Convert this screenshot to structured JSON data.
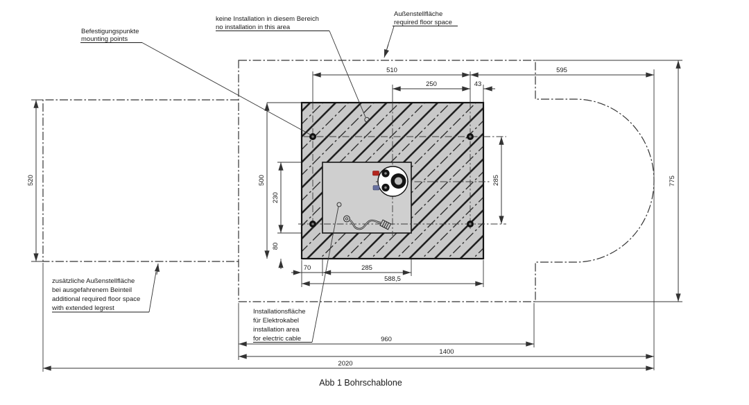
{
  "figure": {
    "caption": "Abb 1 Bohrschablone"
  },
  "annotations": {
    "mounting_points": {
      "line1": "Befestigungspunkte",
      "line2": "mounting points"
    },
    "no_installation": {
      "line1": "keine Installation in diesem Bereich",
      "line2": "no installation in this area"
    },
    "floor_space": {
      "line1": "Außenstellfläche",
      "line2": "required floor space"
    },
    "additional_floor_space": {
      "line1": "zusätzliche Außenstellfläche",
      "line2": "bei ausgefahrenem Beinteil",
      "line3": "additional required floor space",
      "line4": "with extended legrest"
    },
    "installation_area": {
      "line1": "Installationsfläche",
      "line2": "für Elektrokabel",
      "line3": "installation area",
      "line4": "for electric cable"
    }
  },
  "dimensions": {
    "top_510": "510",
    "top_250": "250",
    "top_43": "43",
    "top_595": "595",
    "right_775": "775",
    "right_285": "285",
    "left_520": "520",
    "left_500": "500",
    "left_230": "230",
    "left_80": "80",
    "bottom_70": "70",
    "bottom_285": "285",
    "bottom_5885": "588,5",
    "bottom_960": "960",
    "bottom_1400": "1400",
    "bottom_2020": "2020"
  },
  "colors": {
    "hatch_fill": "#c9c9c9",
    "inner_fill": "#cfcfcf",
    "line": "#333333",
    "connector_red": "#b3261e",
    "connector_blue": "#666f9e"
  }
}
